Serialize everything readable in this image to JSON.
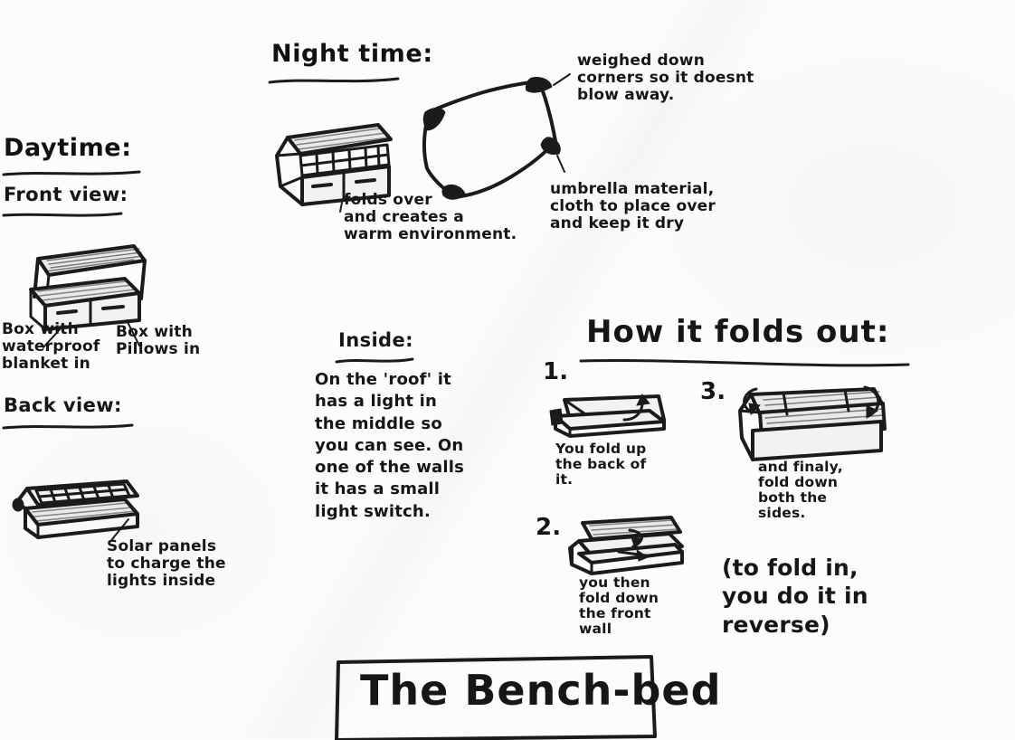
{
  "document": {
    "kind": "hand-drawn design sketch on white paper",
    "title": "The Bench-bed"
  },
  "sections": {
    "daytime": {
      "heading": "Daytime:",
      "front_view": {
        "label": "Front view:",
        "annotation_left": "Box with\nwaterproof\nblanket in",
        "annotation_right": "Box with\nPillows in"
      },
      "back_view": {
        "label": "Back view:",
        "annotation": "Solar panels\nto charge the\nlights inside"
      }
    },
    "nighttime": {
      "heading": "Night time:",
      "bench_caption": "folds over\nand creates a\nwarm environment.",
      "cloth_note_top": "weighed down\ncorners so it doesnt\nblow away.",
      "cloth_note_bottom": "umbrella material,\ncloth to place over\nand keep it dry"
    },
    "inside": {
      "heading": "Inside:",
      "body": "On the 'roof' it\nhas a light in\nthe middle so\nyou can see. On\none of the walls\nit has a small\nlight switch."
    },
    "folds_out": {
      "heading": "How it folds out:",
      "steps": [
        {
          "number": "1.",
          "caption": "You fold up\nthe back of\nit."
        },
        {
          "number": "2.",
          "caption": "you then\nfold down\nthe front\nwall"
        },
        {
          "number": "3.",
          "caption": "and finaly,\nfold down\nboth the\nsides."
        }
      ],
      "footnote": "(to fold in,\nyou do it in\nreverse)"
    }
  },
  "colors": {
    "paper": "#fcfcfc",
    "ink": "#1b1b1b",
    "shade": "#e9e9e9"
  }
}
